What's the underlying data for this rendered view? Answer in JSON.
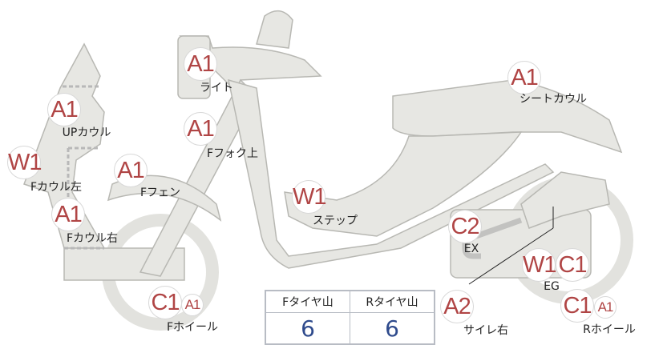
{
  "labels": [
    {
      "codes": [
        "A1"
      ],
      "caption": "ライト"
    },
    {
      "codes": [
        "A1"
      ],
      "caption": "シートカウル"
    },
    {
      "codes": [
        "A1"
      ],
      "caption": "UPカウル"
    },
    {
      "codes": [
        "A1"
      ],
      "caption": "Fフォク上"
    },
    {
      "codes": [
        "W1"
      ],
      "caption": "Fカウル左"
    },
    {
      "codes": [
        "A1"
      ],
      "caption": "Fフェン"
    },
    {
      "codes": [
        "A1"
      ],
      "caption": "Fカウル右"
    },
    {
      "codes": [
        "W1"
      ],
      "caption": "ステップ"
    },
    {
      "codes": [
        "C2"
      ],
      "caption": "EX"
    },
    {
      "codes": [
        "A2"
      ],
      "caption": "サイレ右"
    },
    {
      "codes": [
        "W1",
        "C1"
      ],
      "caption": "EG"
    },
    {
      "codes": [
        "C1",
        "A1"
      ],
      "caption": "Fホイール"
    },
    {
      "codes": [
        "C1",
        "A1"
      ],
      "caption": "Rホイール"
    }
  ],
  "tire_table": {
    "headers": [
      "Fタイヤ山",
      "Rタイヤ山"
    ],
    "values": [
      "6",
      "6"
    ]
  },
  "colors": {
    "badge_text": "#b04545",
    "value_text": "#2e4a8c",
    "body_fill": "#e6e6e2"
  }
}
